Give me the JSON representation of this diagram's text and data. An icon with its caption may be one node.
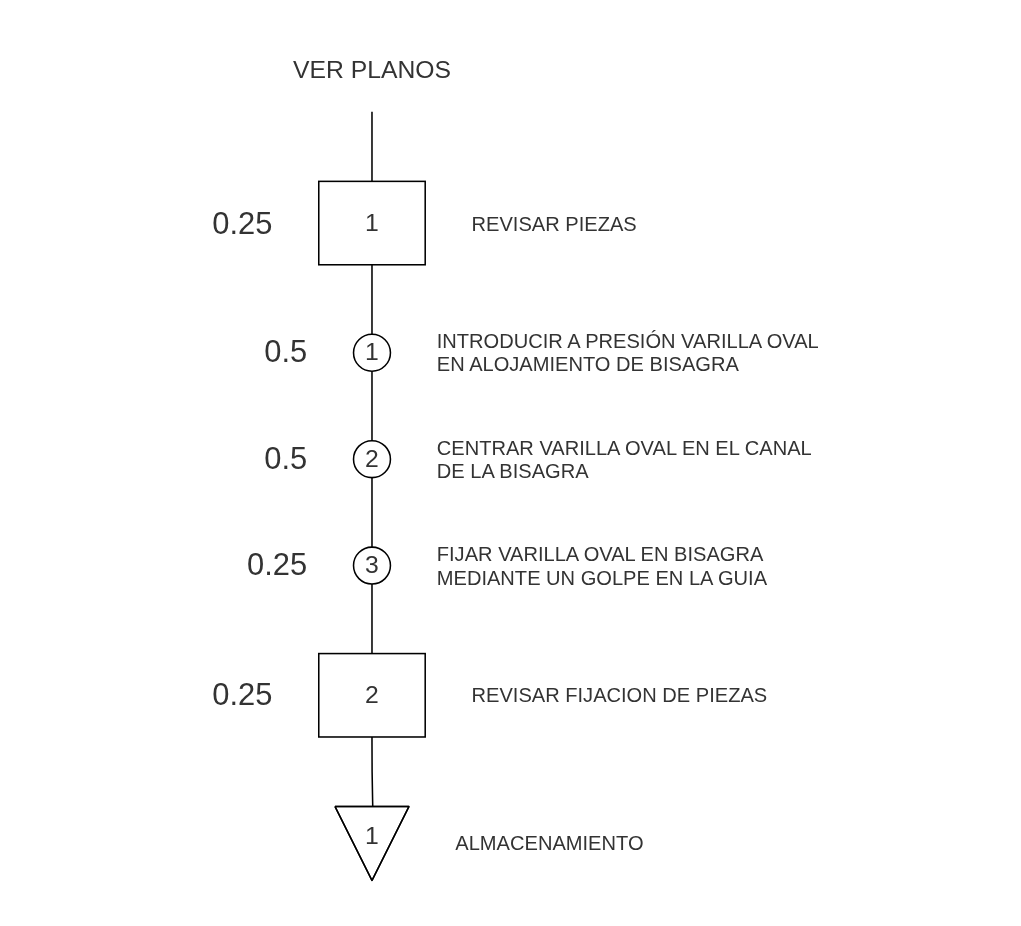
{
  "diagram": {
    "nodes": [
      {
        "text": [
          "VER PLANOS"
        ]
      },
      {
        "text": [
          "1"
        ],
        "beside": [
          "0.25",
          "REVISAR PIEZAS"
        ]
      },
      {
        "text": [
          "1"
        ],
        "beside": [
          "0.5",
          "INTRODUCIR A PRESIÓN VARILLA OVAL EN ALOJAMIENTO DE BISAGRA"
        ]
      },
      {
        "text": [
          "2"
        ],
        "beside": [
          "0.5",
          "CENTRAR VARILLA OVAL EN EL CANAL DE LA BISAGRA"
        ]
      },
      {
        "text": [
          "3"
        ],
        "beside": [
          "0.25",
          "FIJAR VARILLA OVAL EN BISAGRA MEDIANTE UN GOLPE EN LA GUIA"
        ]
      },
      {
        "text": [
          "2"
        ],
        "beside": [
          "0.25",
          "REVISAR FIJACION DE PIEZAS"
        ]
      },
      {
        "text": [
          "1"
        ],
        "beside": [
          "ALMACENAMIENTO"
        ]
      }
    ],
    "edges": [
      {
        "from": 0,
        "to": 1,
        "arrow": "none"
      },
      {
        "from": 1,
        "to": 2,
        "arrow": "none"
      },
      {
        "from": 2,
        "to": 3,
        "arrow": "none"
      },
      {
        "from": 3,
        "to": 4,
        "arrow": "none"
      },
      {
        "from": 4,
        "to": 5,
        "arrow": "none"
      },
      {
        "from": 5,
        "to": 6,
        "arrow": "none"
      }
    ]
  }
}
